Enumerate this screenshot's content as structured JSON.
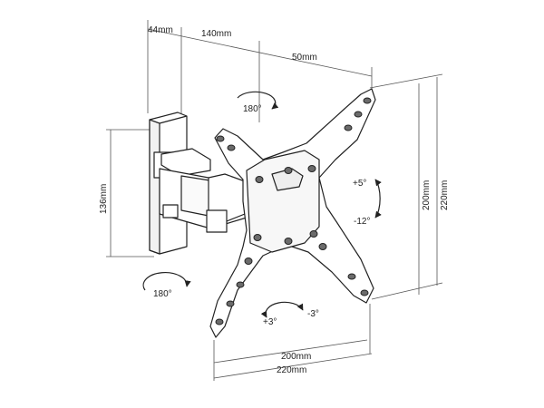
{
  "dimensions": {
    "depth_min": "44mm",
    "depth_max": "140mm",
    "arm_offset": "50mm",
    "wall_plate_height": "136mm",
    "vesa_inner_vertical": "200mm",
    "vesa_outer_vertical": "220mm",
    "vesa_inner_horizontal": "200mm",
    "vesa_outer_horizontal": "220mm"
  },
  "angles": {
    "arm_swivel_top": "180°",
    "arm_swivel_bottom": "180°",
    "tilt_up": "+5°",
    "tilt_down": "-12°",
    "rotate_positive": "+3°",
    "rotate_negative": "-3°"
  },
  "colors": {
    "line": "#222222",
    "hole_fill": "#6b6b6b",
    "background": "#ffffff"
  }
}
